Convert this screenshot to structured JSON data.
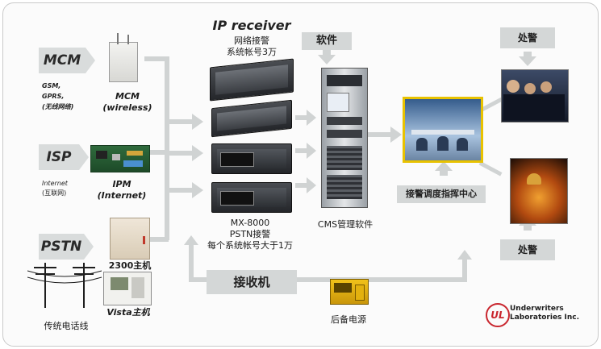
{
  "sources": {
    "mcm": {
      "tag": "MCM",
      "desc_lines": [
        "GSM,",
        "GPRS,",
        "(无线网络)"
      ],
      "device_line1": "MCM",
      "device_line2": "(wireless)"
    },
    "isp": {
      "tag": "ISP",
      "desc_lines": [
        "Internet",
        "(互联网)"
      ],
      "device_line1": "IPM",
      "device_line2": "(Internet)"
    },
    "pstn": {
      "tag": "PSTN",
      "pole_label": "传统电话线",
      "panel_2300": "2300主机",
      "panel_vista": "Vista主机"
    }
  },
  "receivers": {
    "ip_title": "IP receiver",
    "ip_line1": "网络接警",
    "ip_line2": "系统帐号3万",
    "mx_line1": "MX-8000",
    "mx_line2": "PSTN接警",
    "mx_line3": "每个系统帐号大于1万"
  },
  "software": {
    "header": "软件",
    "label": "CMS管理软件"
  },
  "center": {
    "label": "接警调度指挥中心"
  },
  "dispatch": {
    "top": "处警",
    "bottom": "处警"
  },
  "bottom": {
    "receiver_label": "接收机",
    "backup_power": "后备电源"
  },
  "ul": {
    "line1": "Underwriters",
    "line2": "Laboratories Inc."
  },
  "colors": {
    "arrow": "#d0d3d3",
    "tag_bg": "#d9dcdc",
    "center_border": "#e8c200"
  },
  "icons": [
    "mcm-device-icon",
    "ipm-board-icon",
    "telephone-pole-icon",
    "rack-receiver-icon",
    "server-rack-icon",
    "generator-icon",
    "ul-logo-icon"
  ]
}
